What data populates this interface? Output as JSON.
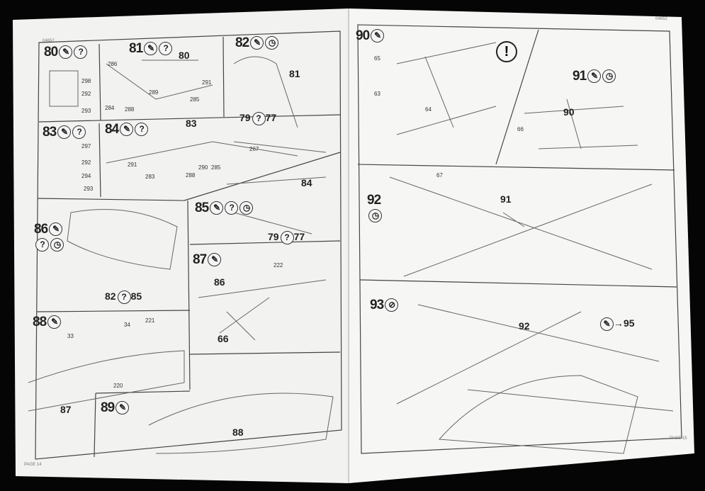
{
  "left_page": {
    "code": "04652",
    "footer": "PAGE 14",
    "steps": [
      {
        "number": "80",
        "icons": [
          "glue",
          "?"
        ],
        "parts": [
          "298",
          "292",
          "293"
        ]
      },
      {
        "number": "81",
        "icons": [
          "glue",
          "?"
        ],
        "parts": [
          "286",
          "80",
          "291",
          "289",
          "284",
          "288",
          "285"
        ]
      },
      {
        "number": "82",
        "icons": [
          "glue",
          "clock"
        ],
        "parts": [
          "81",
          "79",
          "77"
        ]
      },
      {
        "number": "83",
        "icons": [
          "glue",
          "?"
        ],
        "parts": [
          "297",
          "292",
          "294",
          "293"
        ]
      },
      {
        "number": "84",
        "icons": [
          "glue",
          "?"
        ],
        "parts": [
          "83",
          "291",
          "283",
          "288",
          "290",
          "285",
          "267"
        ]
      },
      {
        "number": "85",
        "icons": [
          "glue",
          "?",
          "clock"
        ],
        "parts": [
          "84",
          "79",
          "77"
        ]
      },
      {
        "number": "86",
        "icons": [
          "glue",
          "?",
          "clock"
        ],
        "parts": [
          "82",
          "85"
        ]
      },
      {
        "number": "87",
        "icons": [
          "glue"
        ],
        "parts": [
          "222",
          "86",
          "66"
        ]
      },
      {
        "number": "88",
        "icons": [
          "glue"
        ],
        "parts": [
          "33",
          "34",
          "221",
          "220",
          "87"
        ]
      },
      {
        "number": "89",
        "icons": [
          "glue"
        ],
        "parts": [
          "88"
        ]
      }
    ]
  },
  "right_page": {
    "code": "04652",
    "footer": "PAGE 15",
    "steps": [
      {
        "number": "90",
        "icons": [
          "glue"
        ],
        "parts": [
          "65",
          "63",
          "64"
        ]
      },
      {
        "number": "91",
        "icons": [
          "glue",
          "clock"
        ],
        "parts": [
          "90",
          "66"
        ]
      },
      {
        "number": "92",
        "icons": [
          "clock"
        ],
        "parts": [
          "67",
          "91"
        ]
      },
      {
        "number": "93",
        "icons": [
          "no-glue"
        ],
        "parts": [
          "92"
        ],
        "next": "95"
      }
    ],
    "warning": "!"
  }
}
